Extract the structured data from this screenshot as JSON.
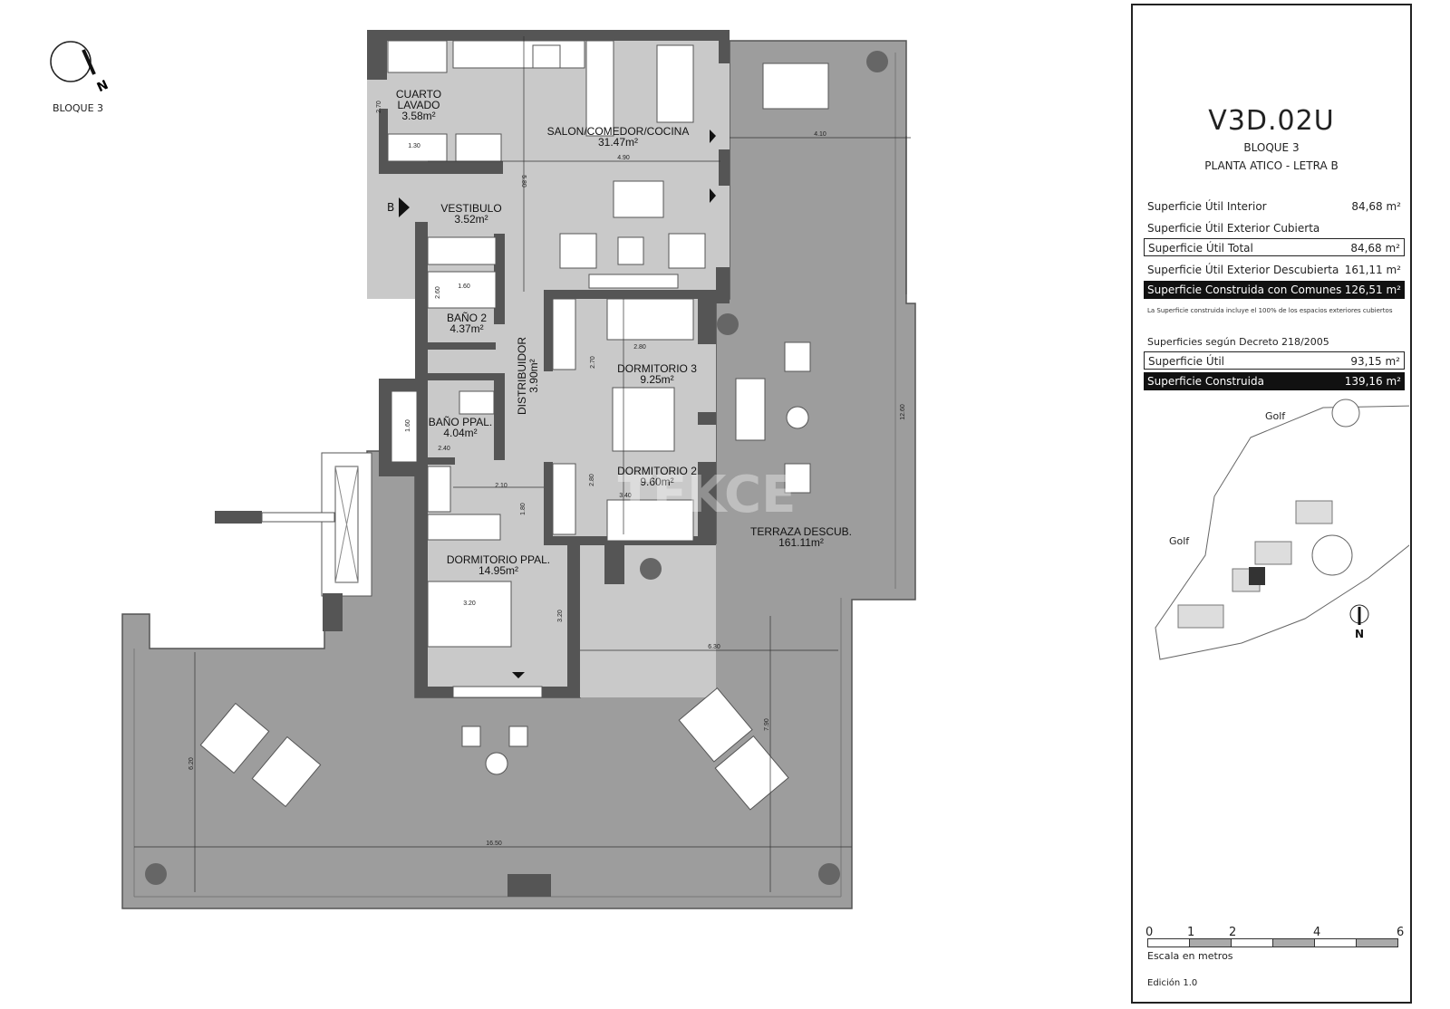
{
  "north_marker": {
    "letter": "N",
    "block_label": "BLOQUE 3"
  },
  "entrance_marker": "B",
  "rooms": [
    {
      "name": "CUARTO LAVADO",
      "line1": "CUARTO",
      "line2": "LAVADO",
      "area": "3.58m²"
    },
    {
      "name": "SALON/COMEDOR/COCINA",
      "area": "31.47m²"
    },
    {
      "name": "VESTIBULO",
      "area": "3.52m²"
    },
    {
      "name": "BAÑO 2",
      "area": "4.37m²"
    },
    {
      "name": "DISTRIBUIDOR",
      "area": "3.90m²"
    },
    {
      "name": "DORMITORIO 3",
      "area": "9.25m²"
    },
    {
      "name": "BAÑO PPAL.",
      "area": "4.04m²"
    },
    {
      "name": "DORMITORIO 2",
      "area": "9.60m²"
    },
    {
      "name": "DORMITORIO PPAL.",
      "area": "14.95m²"
    },
    {
      "name": "TERRAZA DESCUB.",
      "area": "161.11m²"
    }
  ],
  "dimensions": {
    "lavado_h": "2.70",
    "lavado_w": "1.30",
    "salon_w": "4.90",
    "salon_h": "5.80",
    "terraza_top_w": "4.10",
    "terraza_h": "12.60",
    "bano2_w": "1.60",
    "bano2_h": "2.60",
    "dorm3_w": "2.80",
    "dorm3_h": "2.70",
    "banoppal_h": "1.60",
    "banoppal_w": "2.40",
    "pasillo_w": "2.10",
    "pasillo_h": "1.80",
    "dorm2_h": "2.80",
    "dorm2_w": "3.40",
    "dormppal_w": "3.20",
    "dormppal_h": "3.20",
    "terraza_mid_w": "6.30",
    "terraza_low_h": "7.90",
    "terraza_left_h": "6.20",
    "terraza_total_w": "16.50"
  },
  "watermark": "TEKCE",
  "panel": {
    "code": "V3D.02U",
    "block": "BLOQUE 3",
    "floor": "PLANTA ATICO - LETRA B",
    "surfaces": [
      {
        "label": "Superficie Útil Interior",
        "value": "84,68 m²",
        "style": "plain"
      },
      {
        "label": "Superficie Útil Exterior Cubierta",
        "value": "",
        "style": "plain"
      },
      {
        "label": "Superficie Útil Total",
        "value": "84,68 m²",
        "style": "boxed"
      },
      {
        "label": "Superficie Útil Exterior Descubierta",
        "value": "161,11 m²",
        "style": "plain"
      },
      {
        "label": "Superficie Construida con Comunes",
        "value": "126,51 m²",
        "style": "dark"
      }
    ],
    "note": "La Superficie construida incluye el 100% de los espacios exteriores cubiertos",
    "decree_title": "Superficies según Decreto 218/2005",
    "decree": [
      {
        "label": "Superficie Útil",
        "value": "93,15 m²",
        "style": "boxed"
      },
      {
        "label": "Superficie Construida",
        "value": "139,16 m²",
        "style": "dark"
      }
    ],
    "site_labels": {
      "golf_top": "Golf",
      "golf_left": "Golf",
      "north": "N"
    },
    "scale_ticks": [
      "0",
      "1",
      "2",
      "4",
      "6"
    ],
    "scale_label": "Escala en metros",
    "edition": "Edición 1.0"
  },
  "colors": {
    "wall": "#555555",
    "interior": "#c9c9c9",
    "terrace": "#9d9d9d",
    "dark_row": "#111111"
  }
}
